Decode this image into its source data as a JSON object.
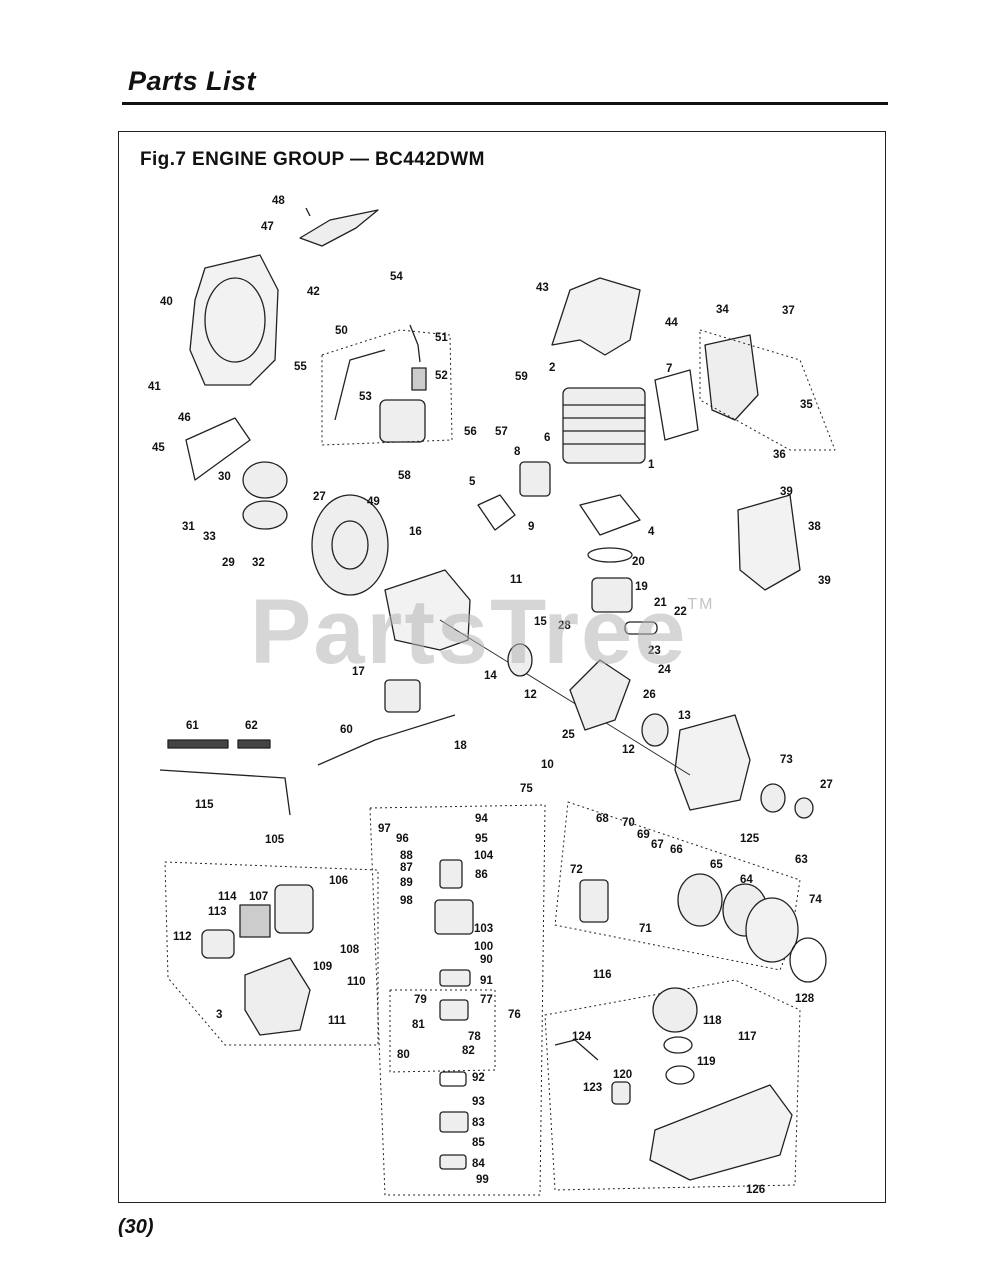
{
  "header": {
    "title": "Parts List"
  },
  "figure": {
    "title": "Fig.7  ENGINE GROUP — BC442DWM"
  },
  "watermark": {
    "text": "PartsTree",
    "mark": "TM"
  },
  "footer": {
    "page_number": "30"
  },
  "part_callouts": [
    "48",
    "47",
    "42",
    "40",
    "41",
    "55",
    "54",
    "50",
    "51",
    "52",
    "53",
    "58",
    "43",
    "44",
    "34",
    "37",
    "2",
    "7",
    "59",
    "56",
    "57",
    "35",
    "36",
    "46",
    "45",
    "30",
    "31",
    "33",
    "29",
    "32",
    "27",
    "49",
    "16",
    "8",
    "6",
    "1",
    "5",
    "9",
    "4",
    "39",
    "38",
    "20",
    "19",
    "21",
    "22",
    "11",
    "15",
    "28",
    "23",
    "24",
    "14",
    "12",
    "26",
    "13",
    "17",
    "25",
    "10",
    "18",
    "61",
    "62",
    "60",
    "115",
    "73",
    "75",
    "94",
    "97",
    "96",
    "95",
    "104",
    "88",
    "87",
    "89",
    "86",
    "98",
    "103",
    "100",
    "90",
    "91",
    "77",
    "79",
    "81",
    "78",
    "82",
    "80",
    "76",
    "92",
    "93",
    "83",
    "85",
    "84",
    "99",
    "105",
    "106",
    "114",
    "107",
    "113",
    "112",
    "108",
    "109",
    "110",
    "3",
    "111",
    "68",
    "70",
    "69",
    "67",
    "66",
    "125",
    "63",
    "72",
    "65",
    "64",
    "74",
    "71",
    "128",
    "116",
    "118",
    "117",
    "124",
    "119",
    "123",
    "120",
    "126"
  ]
}
